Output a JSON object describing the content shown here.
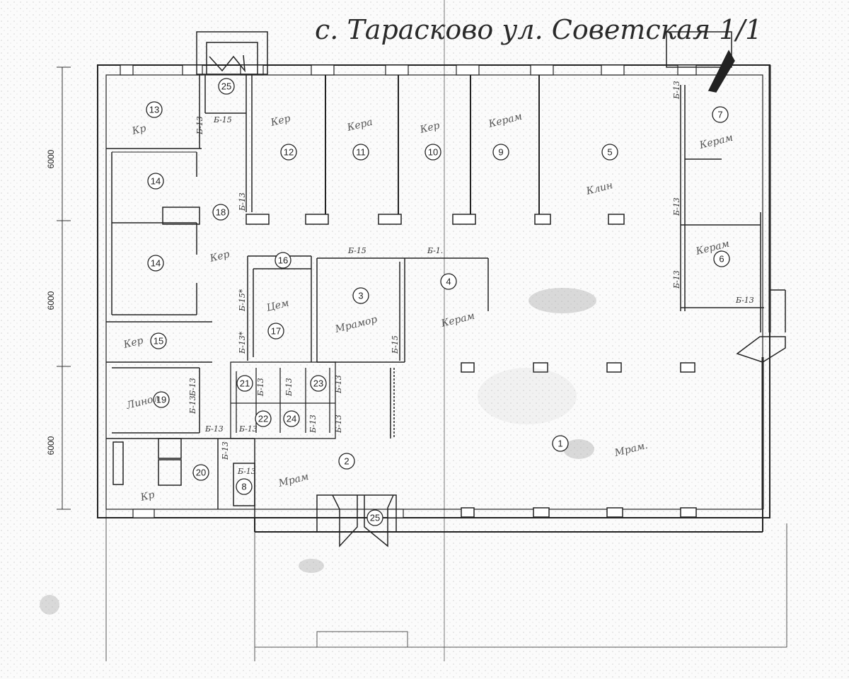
{
  "title": "с. Тарасково ул. Советская 1/1",
  "dimensions": [
    "6000",
    "6000",
    "6000"
  ],
  "rooms": [
    {
      "id": "1",
      "note": "Мрам."
    },
    {
      "id": "2",
      "note": "Мрам"
    },
    {
      "id": "3",
      "note": "Мрамор"
    },
    {
      "id": "4",
      "note": "Керам"
    },
    {
      "id": "5",
      "note": "Клин"
    },
    {
      "id": "6",
      "note": "Керам"
    },
    {
      "id": "7",
      "note": "Керам"
    },
    {
      "id": "8",
      "note": ""
    },
    {
      "id": "9",
      "note": "Керам"
    },
    {
      "id": "10",
      "note": "Кер"
    },
    {
      "id": "11",
      "note": "Кера"
    },
    {
      "id": "12",
      "note": "Кер"
    },
    {
      "id": "13",
      "note": "Кр"
    },
    {
      "id": "14",
      "note": ""
    },
    {
      "id": "14",
      "note": ""
    },
    {
      "id": "15",
      "note": "Кер"
    },
    {
      "id": "16",
      "note": ""
    },
    {
      "id": "17",
      "note": "Цем"
    },
    {
      "id": "18",
      "note": "Кер"
    },
    {
      "id": "19",
      "note": "Линол"
    },
    {
      "id": "20",
      "note": "Кр"
    },
    {
      "id": "21",
      "note": ""
    },
    {
      "id": "22",
      "note": ""
    },
    {
      "id": "23",
      "note": ""
    },
    {
      "id": "24",
      "note": ""
    },
    {
      "id": "25",
      "note": ""
    },
    {
      "id": "25",
      "note": ""
    }
  ],
  "wall_labels": {
    "b13": "Б-13",
    "b15": "Б-15",
    "b15s": "Б-15*",
    "b13s": "Б-13*",
    "b1": "Б-1.",
    "b13b": "Б-13",
    "b13c": "Б-13"
  }
}
